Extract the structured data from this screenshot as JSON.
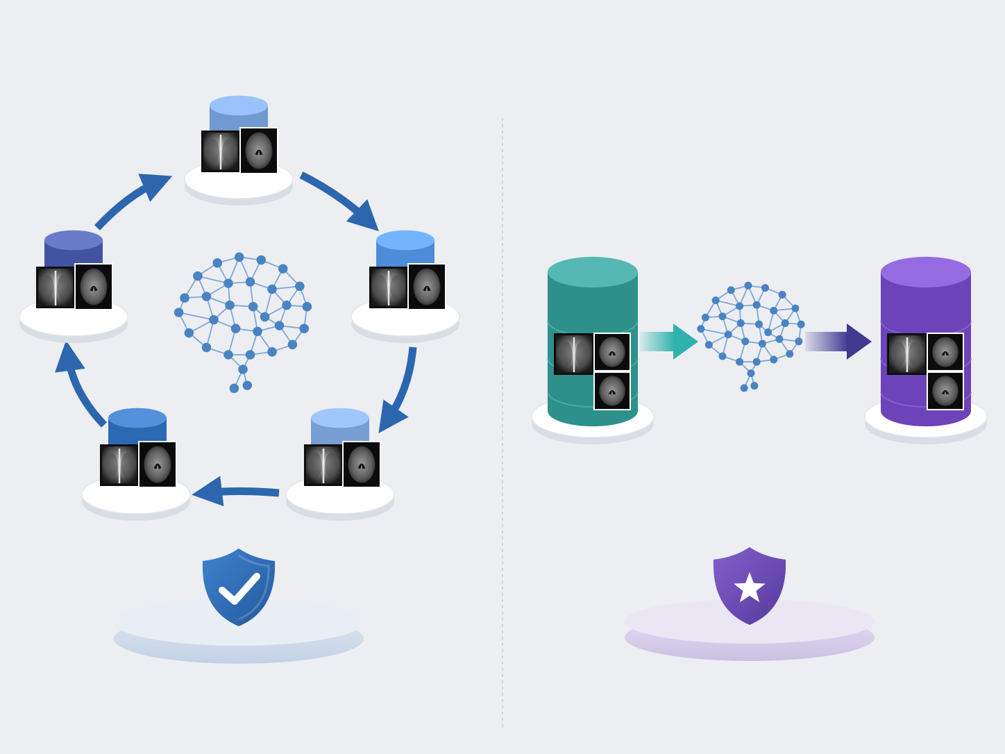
{
  "colors": {
    "background": "#eceef2",
    "federated_blue": "#2f6fb7",
    "federated_arrow": "#2c66ae",
    "brain_node": "#4a83c2",
    "brain_edge": "#6b9ad0",
    "teal_db": "#3d9f9a",
    "teal_arrow": "#2fb2ad",
    "purple_db": "#7b52c7",
    "purple_arrow": "#3f3a90",
    "shield_blue": "#2f6fb7",
    "shield_purple": "#6a48b7",
    "platform_white": "#ffffff"
  },
  "left_panel": {
    "concept": "federated-learning-cycle",
    "nodes": [
      {
        "id": "top",
        "db_color": "#7fa9e0",
        "scans": [
          "chest-xray",
          "brain-mri"
        ]
      },
      {
        "id": "right",
        "db_color": "#5b9be8",
        "scans": [
          "chest-xray",
          "brain-mri"
        ]
      },
      {
        "id": "bottom-right",
        "db_color": "#86aee2",
        "scans": [
          "chest-xray",
          "brain-mri"
        ]
      },
      {
        "id": "bottom-left",
        "db_color": "#3a78c4",
        "scans": [
          "chest-xray",
          "brain-mri"
        ]
      },
      {
        "id": "left",
        "db_color": "#5062b0",
        "scans": [
          "chest-xray",
          "brain-mri"
        ]
      }
    ],
    "center_icon": "neural-network-brain-icon",
    "arrows": "clockwise",
    "shield_icon": "shield-check-icon"
  },
  "right_panel": {
    "concept": "centralized-training-pipeline",
    "source_db": {
      "color": "#3d9f9a",
      "scans": [
        "chest-xray",
        "brain-mri",
        "brain-mri"
      ]
    },
    "center_icon": "neural-network-brain-icon",
    "target_db": {
      "color": "#7b52c7",
      "scans": [
        "chest-xray",
        "brain-mri",
        "brain-mri"
      ]
    },
    "shield_icon": "shield-star-icon"
  }
}
